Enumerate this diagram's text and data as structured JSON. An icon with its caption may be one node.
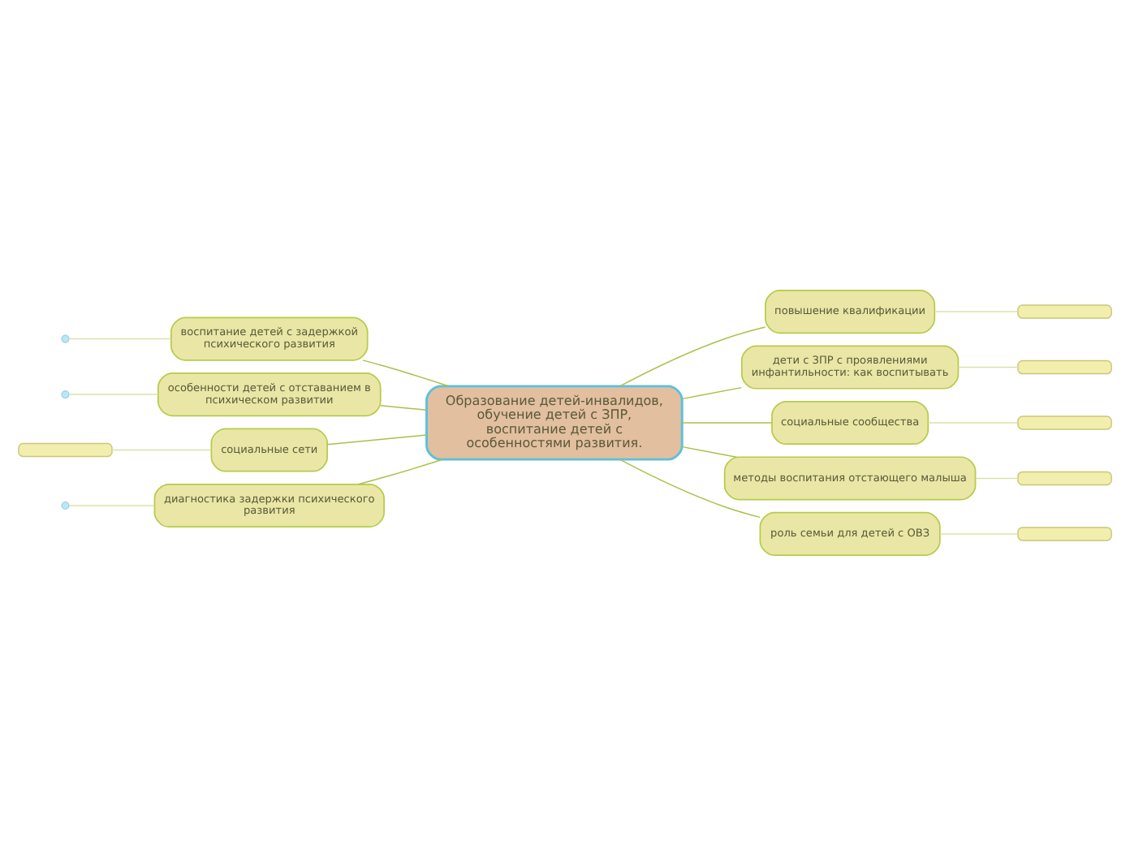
{
  "diagram": {
    "nodes": [
      {
        "text": [
          "Образование детей-инвалидов, обучение детей с ЗПР, воспитание детей с особенностями развития."
        ]
      },
      {
        "text": [
          "воспитание детей с задержкой психического развития"
        ]
      },
      {
        "text": [
          "особенности детей с отставанием в психическом развитии"
        ]
      },
      {
        "text": [
          "социальные сети"
        ]
      },
      {
        "text": [
          "диагностика задержки психического развития"
        ]
      },
      {
        "text": [],
        "shape": "box"
      },
      {
        "text": [
          "повышение квалификации"
        ]
      },
      {
        "text": [
          "дети с ЗПР с проявлениями инфантильности: как воспитывать"
        ]
      },
      {
        "text": [
          "социальные сообщества"
        ]
      },
      {
        "text": [
          "методы воспитания отстающего малыша"
        ]
      },
      {
        "text": [
          "роль семьи для детей с ОВЗ"
        ]
      },
      {
        "text": [],
        "shape": "box"
      },
      {
        "text": [],
        "shape": "box"
      },
      {
        "text": [],
        "shape": "box"
      },
      {
        "text": [],
        "shape": "box"
      },
      {
        "text": [],
        "shape": "box"
      }
    ],
    "edges": [
      {
        "from": 0,
        "to": 1,
        "arrow": "none"
      },
      {
        "from": 0,
        "to": 2,
        "arrow": "none"
      },
      {
        "from": 0,
        "to": 3,
        "arrow": "none"
      },
      {
        "from": 0,
        "to": 4,
        "arrow": "none"
      },
      {
        "from": 0,
        "to": 6,
        "arrow": "none"
      },
      {
        "from": 0,
        "to": 7,
        "arrow": "none"
      },
      {
        "from": 0,
        "to": 8,
        "arrow": "none"
      },
      {
        "from": 0,
        "to": 9,
        "arrow": "none"
      },
      {
        "from": 0,
        "to": 10,
        "arrow": "none"
      },
      {
        "from": 1,
        "to": null,
        "arrow": "none",
        "color": "#d8e3a8"
      },
      {
        "from": 2,
        "to": null,
        "arrow": "none",
        "color": "#d8e3a8"
      },
      {
        "from": 3,
        "to": 5,
        "arrow": "none",
        "color": "#d8e3a8"
      },
      {
        "from": 4,
        "to": null,
        "arrow": "none",
        "color": "#d8e3a8"
      },
      {
        "from": 6,
        "to": 11,
        "arrow": "none",
        "color": "#d8e3a8"
      },
      {
        "from": 7,
        "to": 12,
        "arrow": "none",
        "color": "#d8e3a8"
      },
      {
        "from": 8,
        "to": 13,
        "arrow": "none",
        "color": "#d8e3a8"
      },
      {
        "from": 9,
        "to": 14,
        "arrow": "none",
        "color": "#d8e3a8"
      },
      {
        "from": 10,
        "to": 15,
        "arrow": "none",
        "color": "#d8e3a8"
      }
    ]
  }
}
